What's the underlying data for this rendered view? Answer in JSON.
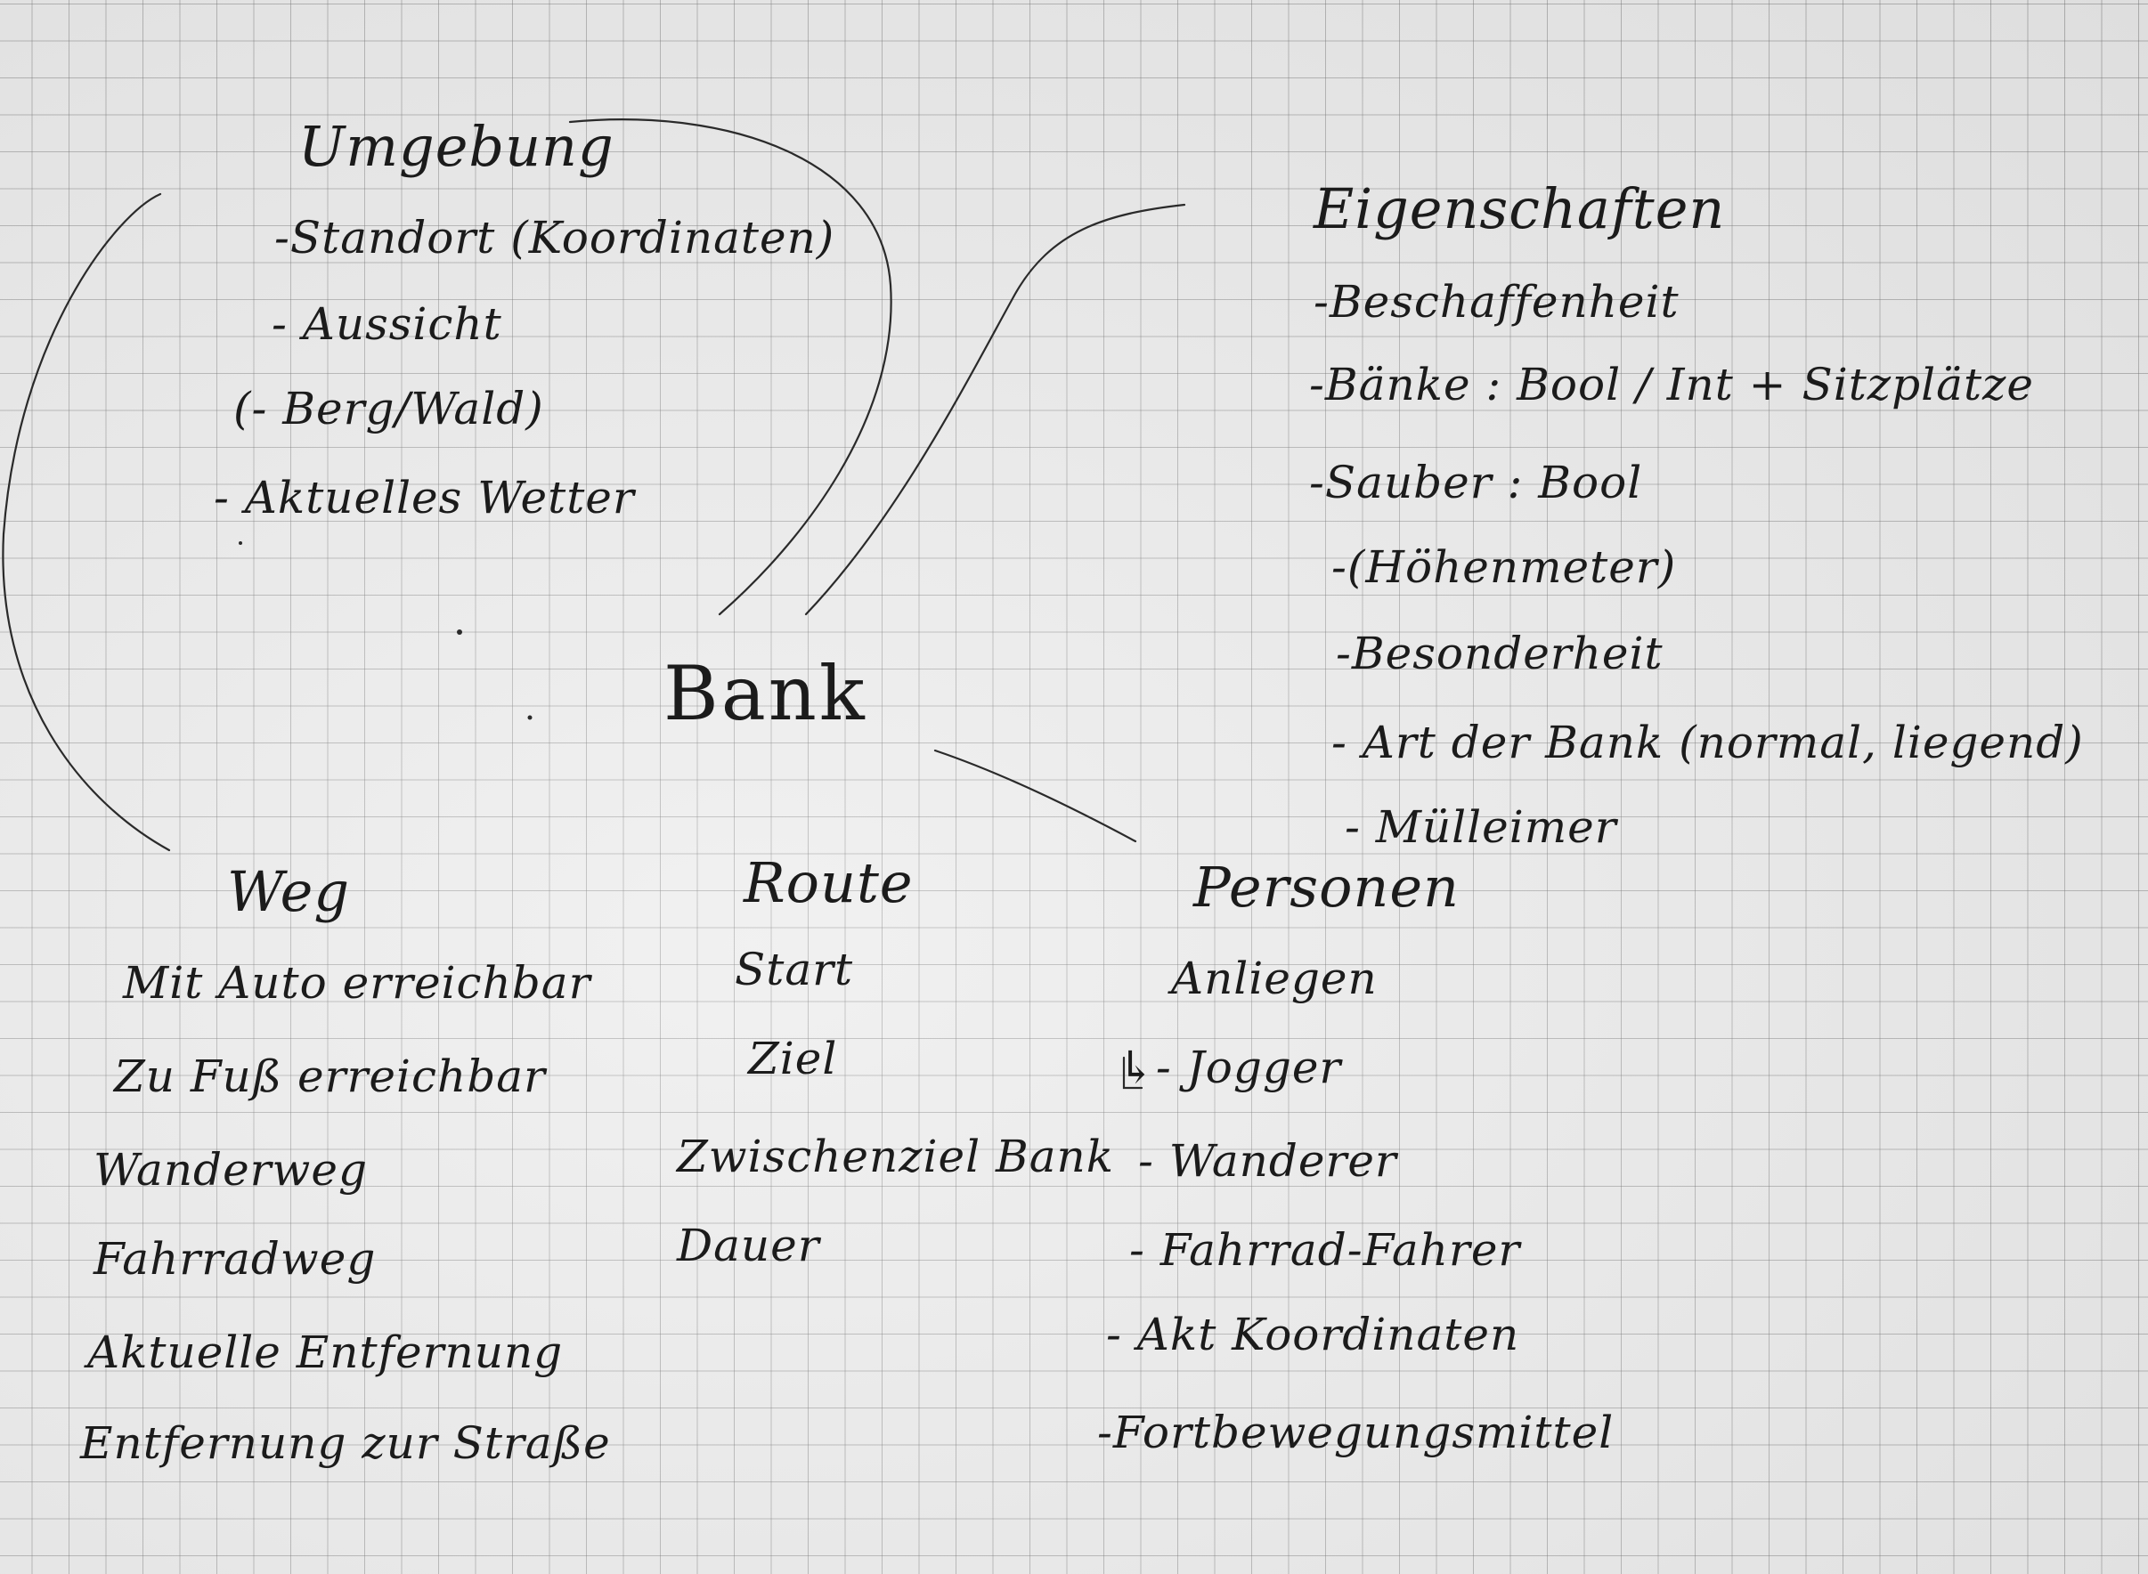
{
  "center": {
    "title": "Bank"
  },
  "umgebung": {
    "title": "Umgebung",
    "items": [
      "-Standort (Koordinaten)",
      "- Aussicht",
      "(- Berg/Wald)",
      "- Aktuelles Wetter"
    ]
  },
  "eigenschaften": {
    "title": "Eigenschaften",
    "items": [
      "-Beschaffenheit",
      "-Bänke : Bool / Int + Sitzplätze",
      "-Sauber : Bool",
      "-(Höhenmeter)",
      "-Besonderheit",
      "- Art der Bank (normal, liegend)",
      "- Mülleimer"
    ]
  },
  "weg": {
    "title": "Weg",
    "items": [
      "Mit Auto erreichbar",
      "Zu Fuß erreichbar",
      "Wanderweg",
      "Fahrradweg",
      "Aktuelle Entfernung",
      "Entfernung zur Straße"
    ]
  },
  "route": {
    "title": "Route",
    "items": [
      "Start",
      "Ziel",
      "Zwischenziel Bank",
      "Dauer"
    ]
  },
  "personen": {
    "title": "Personen",
    "items": [
      "Anliegen",
      "↳- Jogger",
      "- Wanderer",
      "- Fahrrad-Fahrer",
      "- Akt Koordinaten",
      "-Fortbewegungsmittel"
    ]
  }
}
